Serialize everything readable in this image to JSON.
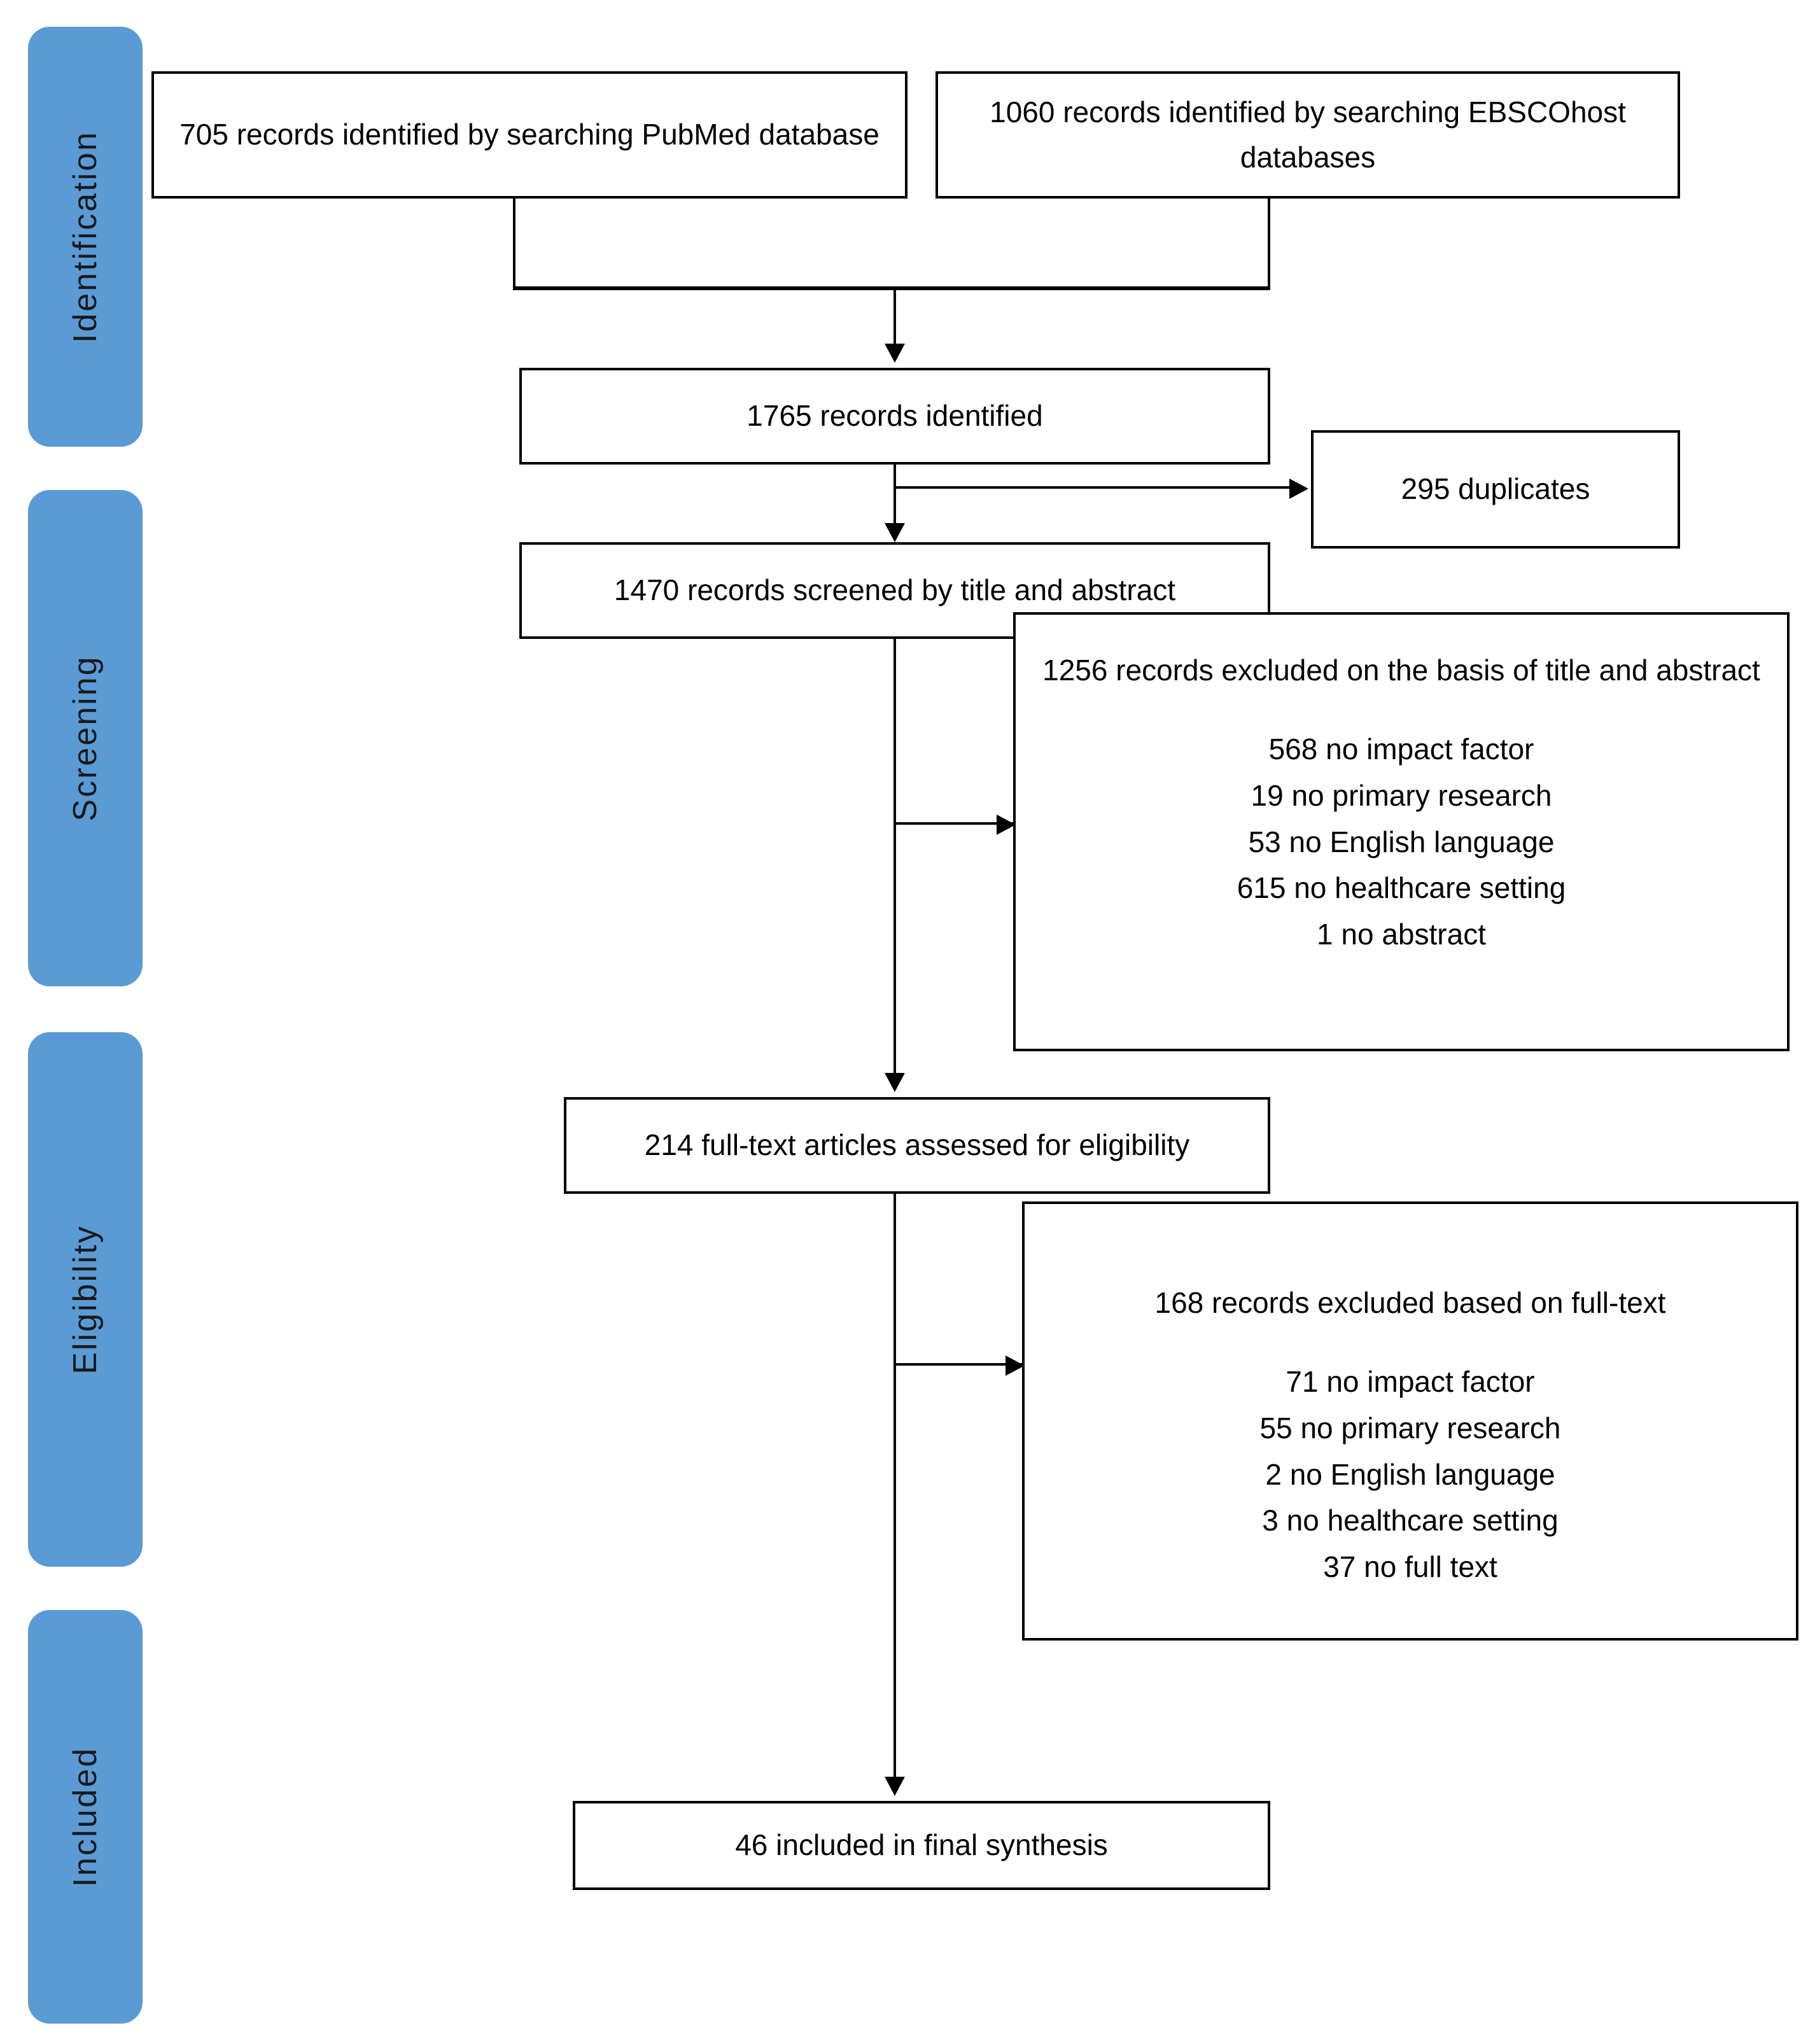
{
  "diagram": {
    "type": "prisma-flow-diagram",
    "accent_color": "#5B9BD5",
    "line_color": "#000000",
    "background": "#FFFFFF"
  },
  "stages": [
    {
      "label": "Identification"
    },
    {
      "label": "Screening"
    },
    {
      "label": "Eligibility"
    },
    {
      "label": "Included"
    }
  ],
  "nodes": {
    "source_pubmed": "705 records identified by searching PubMed database",
    "source_ebsco": "1060 records identified by searching EBSCOhost databases",
    "identified_total": "1765 records identified",
    "duplicates": "295 duplicates",
    "screened": "1470 records screened by title and abstract",
    "excluded_title_abstract_head": "1256 records excluded on the basis of title and abstract",
    "excluded_title_abstract_reasons": [
      "568 no impact factor",
      "19 no primary research",
      "53 no English language",
      "615 no healthcare setting",
      "1 no abstract"
    ],
    "fulltext_assessed": "214 full-text articles assessed for eligibility",
    "excluded_fulltext_head": "168 records excluded based on full-text",
    "excluded_fulltext_reasons": [
      "71 no impact factor",
      "55 no primary research",
      "2 no English language",
      "3 no healthcare setting",
      "37 no full text"
    ],
    "included_final": "46 included in final synthesis"
  },
  "chart_data": {
    "type": "flowchart",
    "title": "PRISMA study selection flow diagram",
    "stages": [
      "Identification",
      "Screening",
      "Eligibility",
      "Included"
    ],
    "counts": {
      "pubmed_records": 705,
      "ebscohost_records": 1060,
      "records_identified": 1765,
      "duplicates_removed": 295,
      "records_screened": 1470,
      "excluded_title_abstract": 1256,
      "excluded_title_abstract_breakdown": {
        "no_impact_factor": 568,
        "no_primary_research": 19,
        "no_english_language": 53,
        "no_healthcare_setting": 615,
        "no_abstract": 1
      },
      "fulltext_assessed": 214,
      "excluded_fulltext": 168,
      "excluded_fulltext_breakdown": {
        "no_impact_factor": 71,
        "no_primary_research": 55,
        "no_english_language": 2,
        "no_healthcare_setting": 3,
        "no_full_text": 37
      },
      "included_final_synthesis": 46
    }
  }
}
